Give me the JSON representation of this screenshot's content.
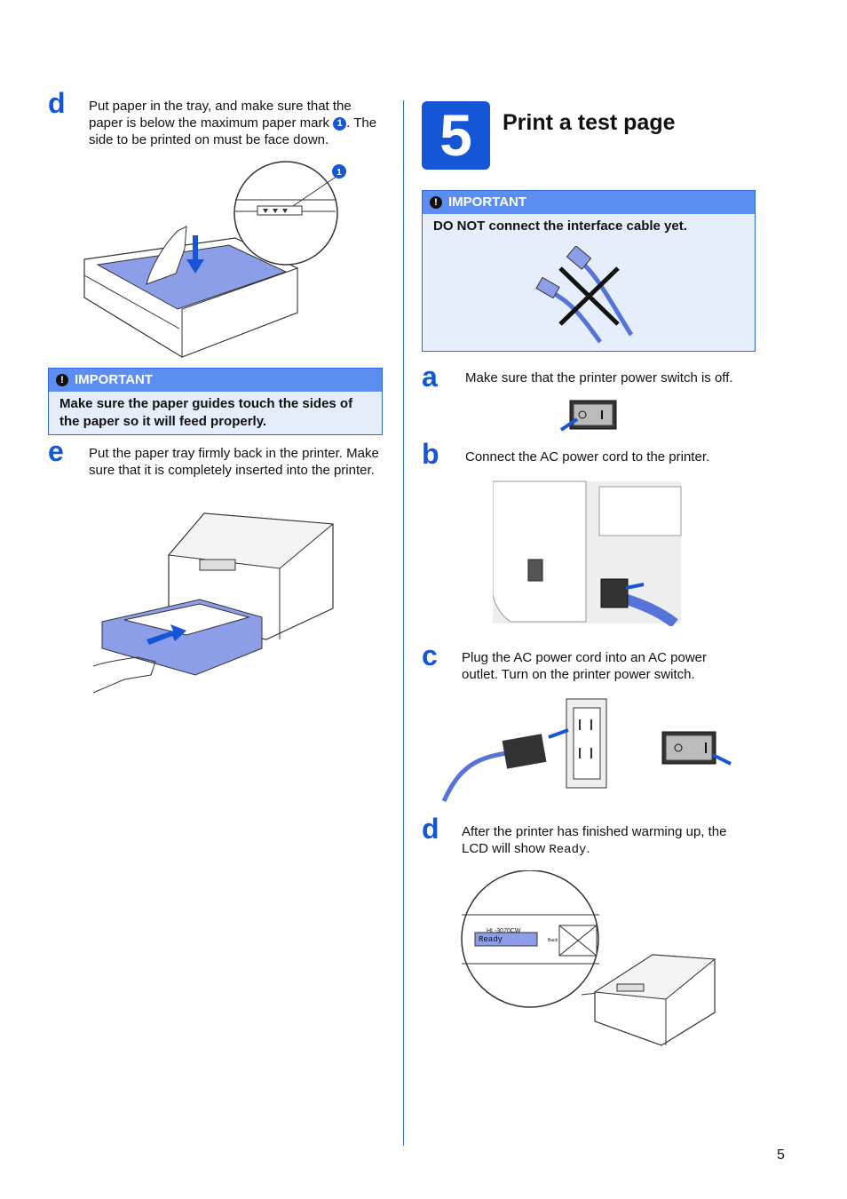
{
  "left": {
    "step_d": {
      "letter": "d",
      "text_1": "Put paper in the tray, and make sure that the paper is below the maximum paper mark",
      "callout": "1",
      "text_2": ". The side to be printed on must be face down."
    },
    "important": {
      "label": "IMPORTANT",
      "body": "Make sure the paper guides touch the sides of the paper so it will feed properly."
    },
    "step_e": {
      "letter": "e",
      "text": "Put the paper tray firmly back in the printer. Make sure that it is completely inserted into the printer."
    }
  },
  "right": {
    "section_number": "5",
    "section_title": "Print a test page",
    "important": {
      "label": "IMPORTANT",
      "body": "DO NOT connect the interface cable yet."
    },
    "step_a": {
      "letter": "a",
      "text": "Make sure that the printer power switch is off."
    },
    "step_b": {
      "letter": "b",
      "text": "Connect the AC power cord to the printer."
    },
    "step_c": {
      "letter": "c",
      "text": "Plug the AC power cord into an AC power outlet. Turn on the printer power switch."
    },
    "step_d": {
      "letter": "d",
      "text_1": "After the printer has finished warming up, the LCD will show",
      "mono": "Ready",
      "text_2": "."
    },
    "lcd": {
      "model": "HL-3070CW",
      "status": "Ready",
      "back_label": "Back"
    }
  },
  "page_number": "5",
  "colors": {
    "accent": "#1556d6",
    "important_header": "#5b8ef0",
    "important_bg": "#e6eefc",
    "illustration_fill": "#8c9ee8"
  }
}
